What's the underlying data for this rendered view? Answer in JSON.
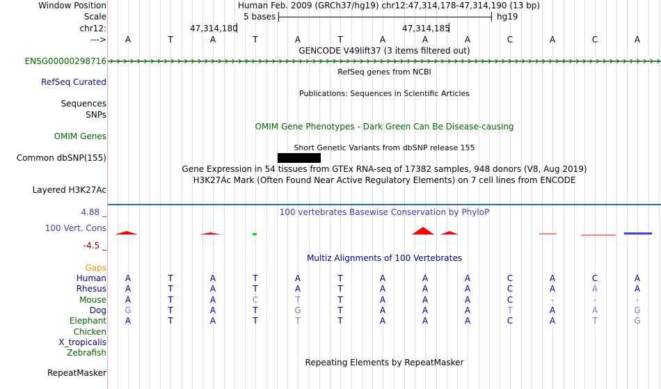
{
  "labels": {
    "window_position": "Window Position",
    "scale": "Scale",
    "chrom": "chr12:",
    "strand": "--->",
    "gene_id": "ENSG00000298716",
    "refseq_curated": "RefSeq Curated",
    "sequences": "Sequences",
    "snps": "SNPs",
    "omim_genes": "OMIM Genes",
    "common_dbsnp": "Common dbSNP(155)",
    "layered": "Layered H3K27Ac",
    "phylop_max": "4.88 _",
    "vert_cons": "100 Vert. Cons",
    "phylop_min": "-4.5 _",
    "gaps": "Gaps"
  },
  "header": {
    "position": "Human Feb. 2009 (GRCh37/hg19)   chr12:47,314,178-47,314,190 (13 bp)",
    "scale_text": "5 bases",
    "assembly": "hg19",
    "pos1": "47,314,180",
    "pos2": "47,314,185"
  },
  "reference_bases": [
    "A",
    "T",
    "A",
    "T",
    "A",
    "T",
    "A",
    "A",
    "A",
    "C",
    "A",
    "C",
    "A"
  ],
  "tracks": {
    "gencode": "GENCODE V49lift37 (3 items filtered out)",
    "refseq": "RefSeq genes from NCBI",
    "publications": "Publications: Sequences in Scientific Articles",
    "omim": "OMIM Gene Phenotypes - Dark Green Can Be Disease-causing",
    "dbsnp": "Short Genetic Variants from dbSNP release 155",
    "gtex": "Gene Expression in 54 tissues from GTEx RNA-seq of 17382 samples, 948 donors (V8, Aug 2019)",
    "h3k27ac": "H3K27Ac Mark (Often Found Near Active Regulatory Elements) on 7 cell lines from ENCODE",
    "phylop": "100 vertebrates Basewise Conservation by PhyloP",
    "multiz": "Multiz Alignments of 100 Vertebrates",
    "repeats": "Repeating Elements by RepeatMasker",
    "repeatmasker": "RepeatMasker"
  },
  "colors": {
    "gene": "#006400",
    "species": "#000080",
    "refseq": "#0c0c78",
    "gaps": "#e69500",
    "cons_min": "#800000",
    "phylop_pos": "#ff0000",
    "gray_base": "#8080b0"
  },
  "species": [
    {
      "name": "Human",
      "color": "#000080",
      "bases": [
        "A",
        "T",
        "A",
        "T",
        "A",
        "T",
        "A",
        "A",
        "A",
        "C",
        "A",
        "C",
        "A"
      ],
      "gray": []
    },
    {
      "name": "Rhesus",
      "color": "#000080",
      "bases": [
        "A",
        "T",
        "A",
        "T",
        "A",
        "T",
        "A",
        "A",
        "A",
        "C",
        "A",
        "A",
        "A"
      ],
      "gray": [
        11
      ]
    },
    {
      "name": "Mouse",
      "color": "#006400",
      "bases": [
        "A",
        "T",
        "A",
        "C",
        "T",
        "T",
        "A",
        "A",
        "A",
        "C",
        "-",
        "-",
        "-"
      ],
      "gray": [
        3,
        4,
        10,
        11,
        12
      ]
    },
    {
      "name": "Dog",
      "color": "#000080",
      "bases": [
        "G",
        "T",
        "A",
        "T",
        "G",
        "T",
        "A",
        "A",
        "A",
        "T",
        "A",
        "A",
        "G"
      ],
      "gray": [
        0,
        4,
        9,
        11,
        12
      ]
    },
    {
      "name": "Elephant",
      "color": "#006400",
      "bases": [
        "A",
        "T",
        "A",
        "T",
        "T",
        "T",
        "A",
        "A",
        "A",
        "C",
        "A",
        "T",
        "G"
      ],
      "gray": [
        4,
        11,
        12
      ]
    },
    {
      "name": "Chicken",
      "color": "#006400",
      "bases": [],
      "gray": []
    },
    {
      "name": "X_tropicalis",
      "color": "#000080",
      "bases": [],
      "gray": []
    },
    {
      "name": "Zebrafish",
      "color": "#006400",
      "bases": [],
      "gray": []
    }
  ]
}
